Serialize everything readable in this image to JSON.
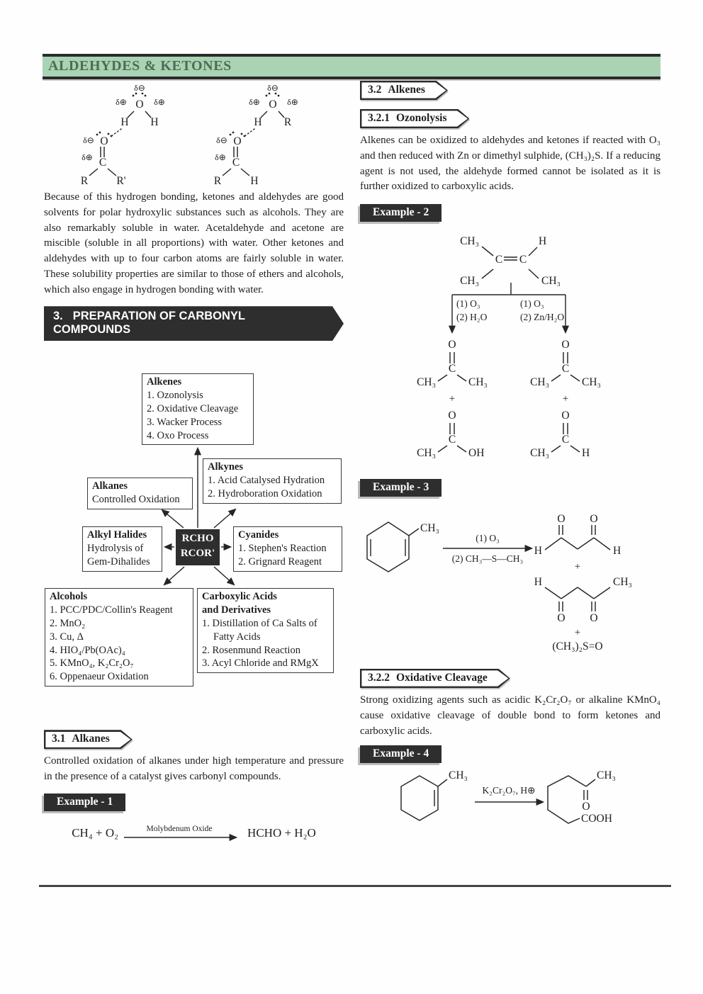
{
  "header": {
    "title": "ALDEHYDES & KETONES"
  },
  "colors": {
    "header_bg": "#a9d3b2",
    "header_text": "#4d6b57",
    "dark": "#2e2e2e"
  },
  "chem": {
    "dminus": "δ⊖",
    "dplus": "δ⊕",
    "o": "O",
    "h": "H",
    "c": "C",
    "r": "R",
    "rprime": "R'",
    "ch3": "CH₃",
    "oh": "OH",
    "cooh": "COOH",
    "plus": "+"
  },
  "left": {
    "para1": "Because of this hydrogen bonding, ketones and aldehydes are good solvents for polar hydroxylic substances such as alcohols. They are also remarkably soluble in water. Acetaldehyde and acetone are miscible (soluble in all proportions) with water. Other ketones and aldehydes with up to four carbon atoms are fairly soluble in water. These solubility properties are similar to those of ethers and alcohols, which also engage in hydrogen bonding with water.",
    "section3": {
      "num": "3.",
      "title": "PREPARATION OF CARBONYL COMPOUNDS"
    },
    "flowchart": {
      "center1": "RCHO",
      "center2": "RCOR'",
      "alkenes": {
        "title": "Alkenes",
        "items": [
          "1. Ozonolysis",
          "2. Oxidative Cleavage",
          "3. Wacker Process",
          "4. Oxo Process"
        ]
      },
      "alkynes": {
        "title": "Alkynes",
        "items": [
          "1. Acid Catalysed Hydration",
          "2. Hydroboration Oxidation"
        ]
      },
      "alkanes": {
        "title": "Alkanes",
        "items": [
          "Controlled Oxidation"
        ]
      },
      "alkyl_halides": {
        "title": "Alkyl Halides",
        "items": [
          "Hydrolysis of",
          "Gem-Dihalides"
        ]
      },
      "cyanides": {
        "title": "Cyanides",
        "items": [
          "1. Stephen's Reaction",
          "2. Grignard Reagent"
        ]
      },
      "alcohols": {
        "title": "Alcohols",
        "items": [
          "1. PCC/PDC/Collin's Reagent",
          "2. MnO₂",
          "3. Cu, Δ",
          "4. HIO₄/Pb(OAc)₄",
          "5. KMnO₄, K₂Cr₂O₇",
          "6. Oppenaeur Oxidation"
        ]
      },
      "carboxylic": {
        "title": "Carboxylic Acids",
        "title2": "and Derivatives",
        "items": [
          "1. Distillation of Ca Salts of Fatty Acids",
          "2. Rosenmund Reaction",
          "3. Acyl Chloride and RMgX"
        ]
      }
    },
    "section31": {
      "num": "3.1",
      "title": "Alkanes"
    },
    "para31": "Controlled oxidation of alkanes under high temperature and pressure in the presence of a catalyst gives carbonyl compounds.",
    "example1": {
      "label": "Example - 1",
      "lhs": "CH₄ + O₂",
      "arrow": "Molybdenum Oxide",
      "rhs": "HCHO + H₂O"
    }
  },
  "right": {
    "section32": {
      "num": "3.2",
      "title": "Alkenes"
    },
    "section321": {
      "num": "3.2.1",
      "title": "Ozonolysis"
    },
    "para321": "Alkenes can be oxidized to aldehydes and ketones if reacted with O₃ and then reduced with Zn or dimethyl sulphide, (CH₃)₂S. If a reducing agent is not used, the aldehyde formed cannot be isolated as it is further oxidized to carboxylic acids.",
    "example2": {
      "label": "Example - 2",
      "condL1": "(1) O₃",
      "condL2": "(2) H₂O",
      "condR1": "(1) O₃",
      "condR2": "(2) Zn/H₂O"
    },
    "example3": {
      "label": "Example - 3",
      "cond1": "(1) O₃",
      "cond2": "(2) CH₃—S—CH₃",
      "dmso": "(CH₃)₂S=O"
    },
    "section322": {
      "num": "3.2.2",
      "title": "Oxidative Cleavage"
    },
    "para322": "Strong oxidizing agents such as acidic K₂Cr₂O₇ or alkaline KMnO₄ cause oxidative cleavage of double bond to form ketones and carboxylic acids.",
    "example4": {
      "label": "Example - 4",
      "cond": "K₂Cr₂O₇, H⊕"
    }
  }
}
